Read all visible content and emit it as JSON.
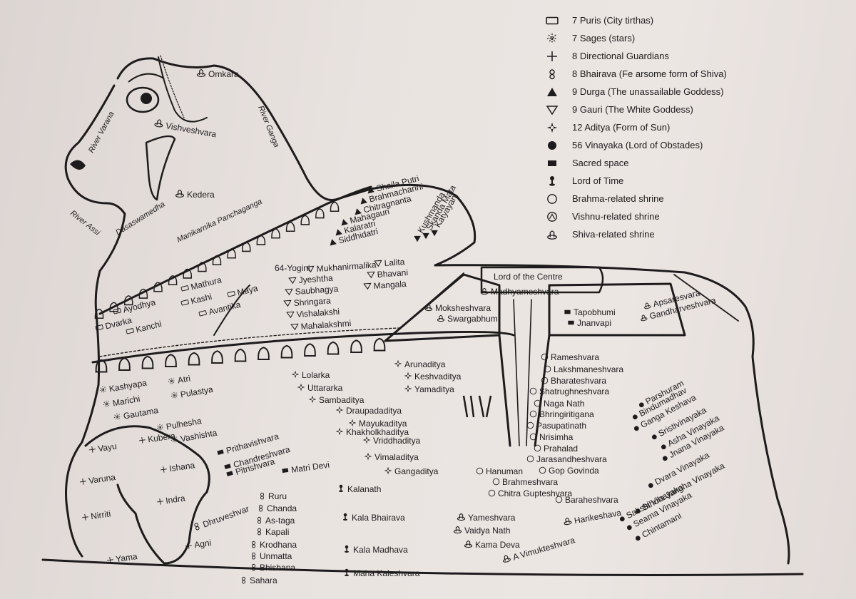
{
  "legend": [
    {
      "icon": "rect-outline-icon",
      "label": "7 Puris (City tirthas)"
    },
    {
      "icon": "star-asterisk-icon",
      "label": "7 Sages (stars)"
    },
    {
      "icon": "plus-cross-icon",
      "label": "8 Directional Guardians"
    },
    {
      "icon": "bhairava-figure-icon",
      "label": "8 Bhairava (Fe arsome form of Shiva)"
    },
    {
      "icon": "triangle-filled-icon",
      "label": "9 Durga (The unassailable Goddess)"
    },
    {
      "icon": "triangle-down-outline-icon",
      "label": "9 Gauri (The White Goddess)"
    },
    {
      "icon": "sun-star-icon",
      "label": "12 Aditya (Form of Sun)"
    },
    {
      "icon": "dot-filled-icon",
      "label": "56 Vinayaka (Lord of Obstades)"
    },
    {
      "icon": "square-filled-icon",
      "label": "Sacred space"
    },
    {
      "icon": "hourglass-icon",
      "label": "Lord of Time"
    },
    {
      "icon": "circle-outline-icon",
      "label": "Brahma-related shrine"
    },
    {
      "icon": "vishnu-circle-icon",
      "label": "Vishnu-related shrine"
    },
    {
      "icon": "lingam-icon",
      "label": "Shiva-related shrine"
    }
  ],
  "rivers": {
    "varana": "River Varana",
    "ganga": "River Ganga",
    "assi": "River Assi"
  },
  "head": {
    "omkara": "Omkara",
    "vishveshvara": "Vishveshvara",
    "kedera": "Kedera",
    "dasaswamedha": "Dasaswamedha",
    "manikarnika": "Manikarnika Panchaganga"
  },
  "durga": [
    "Shaila Putri",
    "Brahmacharini",
    "Chitragnanta",
    "Mahagauri",
    "Kalaratri",
    "Siddhidatri"
  ],
  "durga_hump": [
    "Kushmanda",
    "Skanda Mata",
    "Katyayani"
  ],
  "gauri": {
    "yogini": "64-Yogini",
    "left": [
      "Mukhanirmalika",
      "Jyeshtha",
      "Saubhagya",
      "Shringara",
      "Vishalakshi",
      "Mahalakshmi"
    ],
    "right": [
      "Lalita",
      "Bhavani",
      "Mangala"
    ]
  },
  "puris": [
    "Ayodhya",
    "Mathura",
    "Kashi",
    "Maya",
    "Avantika",
    "Dvarka",
    "Kanchi"
  ],
  "sages": [
    "Kashyapa",
    "Atri",
    "Marichi",
    "Pulastya",
    "Gautama",
    "Pulhesha",
    "Vashishta"
  ],
  "guardians": [
    "Vayu",
    "Kubera",
    "Ishana",
    "Varuna",
    "Indra",
    "Nirriti",
    "Agni",
    "Yama"
  ],
  "sacred": [
    "Prithavishvara",
    "Chandreshvara",
    "Pitrishvara",
    "Matri Devi",
    "Tapobhumi",
    "Jnanvapi"
  ],
  "aditya": [
    "Lolarka",
    "Arunaditya",
    "Uttararka",
    "Keshvaditya",
    "Sambaditya",
    "Yamaditya",
    "Draupadaditya",
    "Mayukaditya",
    "Khakholkhaditya",
    "Vriddhaditya",
    "Vimaladitya",
    "Gangaditya"
  ],
  "centre": {
    "title": "Lord of the Centre",
    "madhyameshvara": "Madhyameshvara",
    "moksheshvara": "Moksheshvara",
    "swargabhumi": "Swargabhumi",
    "apsaresvara": "Apsaresvara",
    "gandharveshvara": "Gandharveshvara"
  },
  "brahma": [
    "Rameshvara",
    "Lakshmaneshvara",
    "Bharateshvara",
    "Shatrughneshvara",
    "Naga Nath",
    "Bhringiritigana",
    "Pasupatinath",
    "Nrisimha",
    "Prahalad",
    "Jarasandheshvara",
    "Hanuman",
    "Gop Govinda",
    "Brahmeshvara",
    "Chitra Gupteshvara",
    "Baraheshvara"
  ],
  "vinayaka": [
    "Parshuram",
    "Bindumadhav",
    "Ganga Keshava",
    "Sristivinayaka",
    "Asha Vinayaka",
    "Jnana Vinayaka",
    "Dvara Vinayaka",
    "Sthula Jangha Vinayaka",
    "Sakshi Vinayaka",
    "Seama Vinayaka",
    "Chintamani"
  ],
  "time": [
    "Kalanath",
    "Kala Bhairava",
    "Kala Madhava",
    "Maha Kaleshvara"
  ],
  "bhairava": [
    "Dhruveshvar",
    "Ruru",
    "Chanda",
    "As-taga",
    "Kapali",
    "Krodhana",
    "Unmatta",
    "Bhishana",
    "Sahara"
  ],
  "misc_shrines": [
    "Yameshvara",
    "Vaidya Nath",
    "Kama Deva",
    "Harikeshava",
    "A Vimukteshvara"
  ]
}
